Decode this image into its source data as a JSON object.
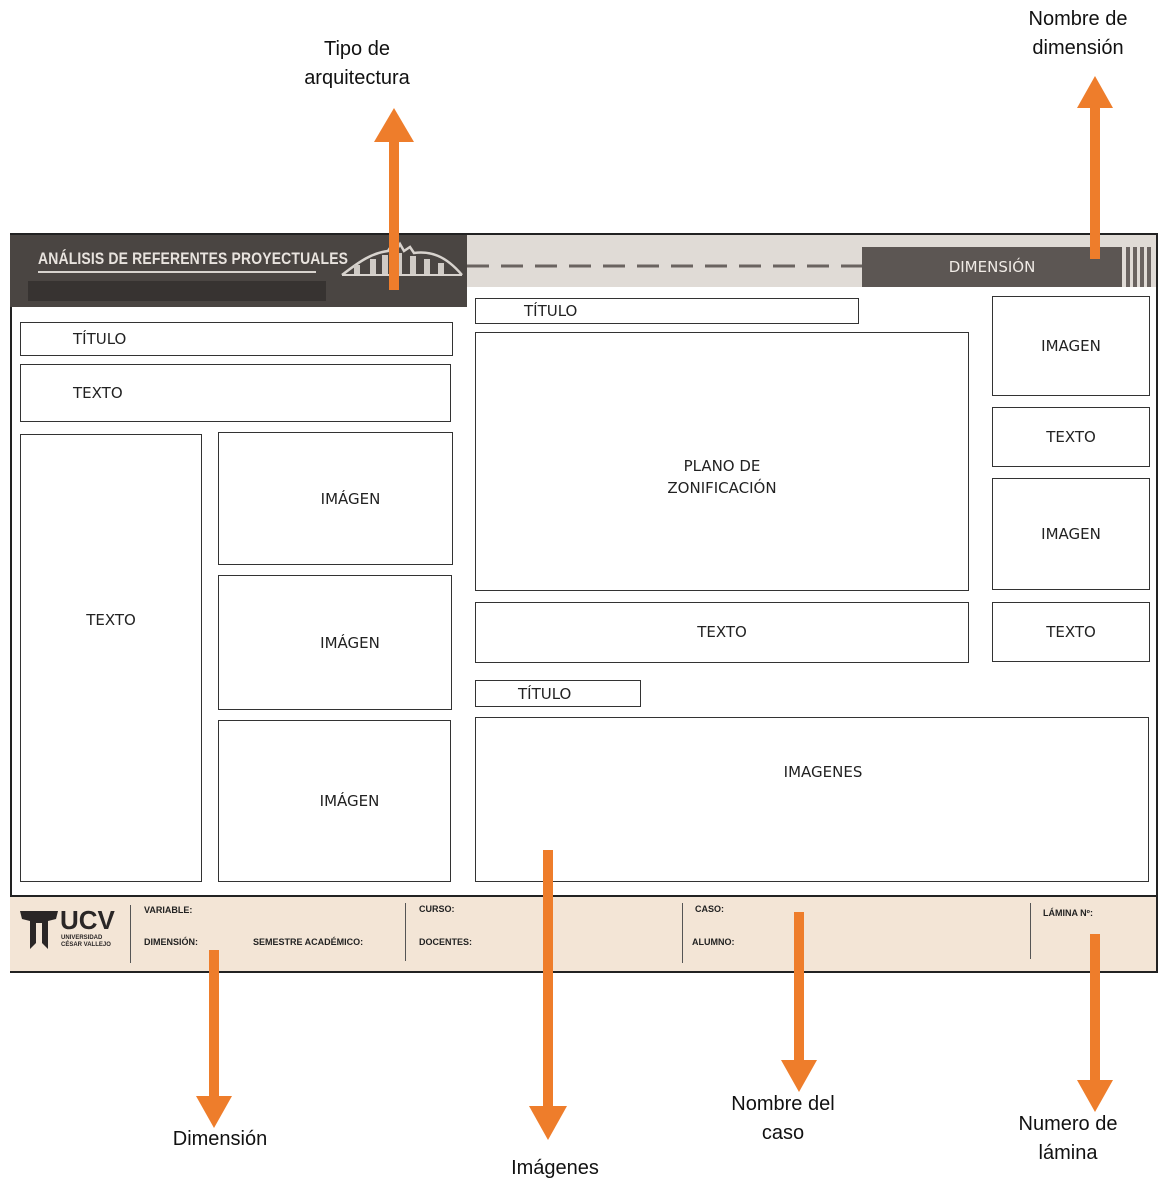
{
  "callouts": {
    "tipo_arquitectura": "Tipo de\narquitectura",
    "nombre_dimension": "Nombre de\ndimensión",
    "dimension": "Dimensión",
    "imagenes": "Imágenes",
    "nombre_caso": "Nombre del\ncaso",
    "numero_lamina": "Numero de\nlámina"
  },
  "header": {
    "title": "ANÁLISIS DE REFERENTES PROYECTUALES",
    "dimension_label": "DIMENSIÓN"
  },
  "left_panel": {
    "titulo": "TÍTULO",
    "texto_top": "TEXTO",
    "texto_tall": "TEXTO",
    "images": [
      "IMÁGEN",
      "IMÁGEN",
      "IMÁGEN"
    ]
  },
  "center_panel": {
    "titulo": "TÍTULO",
    "plano": "PLANO DE\nZONIFICACIÓN",
    "texto": "TEXTO",
    "titulo2": "TÍTULO",
    "imagenes": "IMAGENES"
  },
  "right_panel": {
    "imagen1": "IMAGEN",
    "texto1": "TEXTO",
    "imagen2": "IMAGEN",
    "texto2": "TEXTO"
  },
  "footer": {
    "logo_text": "UCV",
    "logo_sub1": "UNIVERSIDAD",
    "logo_sub2": "CÉSAR VALLEJO",
    "variable": "VARIABLE:",
    "dimension": "DIMENSIÓN:",
    "semestre": "SEMESTRE ACADÉMICO:",
    "curso": "CURSO:",
    "docentes": "DOCENTES:",
    "caso": "CASO:",
    "alumno": "ALUMNO:",
    "lamina": "LÁMINA Nº:"
  },
  "colors": {
    "arrow": "#ee7d2b",
    "header_dark": "#4a4542",
    "footer_bg": "#f3e5d6"
  }
}
